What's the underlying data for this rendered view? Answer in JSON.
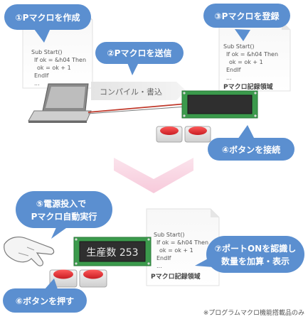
{
  "steps": {
    "s1": "①Pマクロを作成",
    "s2": "②Pマクロを送信",
    "s3": "③Pマクロを登録",
    "s4": "④ボタンを接続",
    "s5_line1": "⑤電源投入で",
    "s5_line2": "Pマクロ自動実行",
    "s6": "⑥ボタンを押す",
    "s7_line1": "⑦ポートONを認識し",
    "s7_line2": "数量を加算・表示"
  },
  "code_doc_1": {
    "lines": [
      "Sub Start()",
      "If ok = &h04 Then",
      "ok = ok + 1",
      "EndIf",
      "..."
    ]
  },
  "code_doc_2": {
    "lines": [
      "Sub Start()",
      "If ok = &h04 Then",
      "ok = ok + 1",
      "EndIf",
      "..."
    ],
    "caption": "Pマクロ記録領域"
  },
  "code_doc_3": {
    "lines": [
      "Sub Start()",
      "If ok = &h04 Then",
      "ok = ok + 1",
      "EndIf",
      "..."
    ],
    "caption": "Pマクロ記録領域"
  },
  "compile_label": "コンパイル・書込",
  "display_text": "生産数 253",
  "footnote": "※プログラムマクロ機能搭載品のみ",
  "colors": {
    "bubble": "#5b8fd0",
    "board": "#3b9a4c",
    "button_red": "#d8262c",
    "arrow_pink": "#f9d6e2",
    "cable_red": "#c0392b"
  }
}
